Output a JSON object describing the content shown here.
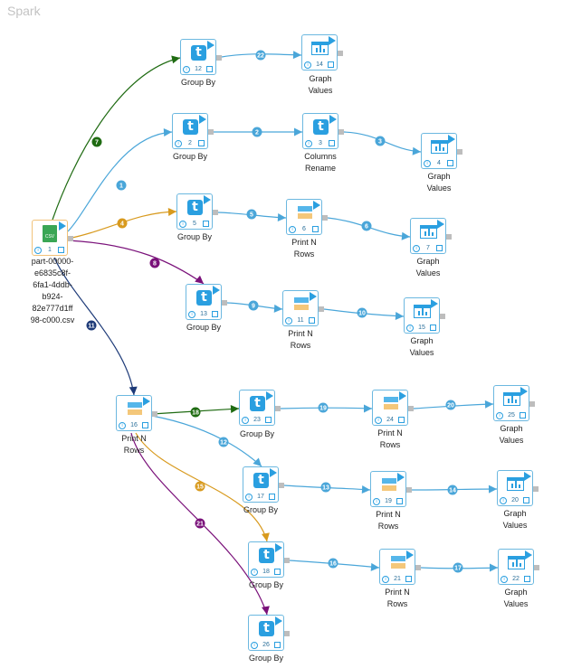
{
  "app": {
    "title": "Spark"
  },
  "colors": {
    "blue": "#4aa6d9",
    "green": "#1f6b12",
    "orange": "#d89a1e",
    "purple": "#7a117a",
    "navy": "#1d3a78"
  },
  "nodes": [
    {
      "id": "n1",
      "type": "csv",
      "num": "1",
      "icon": "csv-file-icon",
      "label": "part-00000-\ne6835c8f-\n6fa1-4ddb-\nb924-\n82e777d1ff\n98-c000.csv",
      "icon_text": "CSV"
    },
    {
      "id": "n12",
      "type": "transform",
      "num": "12",
      "icon": "transform-t-icon",
      "label": "Group By"
    },
    {
      "id": "n14",
      "type": "graph",
      "num": "14",
      "icon": "graph-chart-icon",
      "label": "Graph\nValues"
    },
    {
      "id": "n2",
      "type": "transform",
      "num": "2",
      "icon": "transform-t-icon",
      "label": "Group By"
    },
    {
      "id": "n3",
      "type": "transform",
      "num": "3",
      "icon": "transform-t-icon",
      "label": "Columns\nRename"
    },
    {
      "id": "n4",
      "type": "graph",
      "num": "4",
      "icon": "graph-chart-icon",
      "label": "Graph\nValues"
    },
    {
      "id": "n5",
      "type": "transform",
      "num": "5",
      "icon": "transform-t-icon",
      "label": "Group By"
    },
    {
      "id": "n6",
      "type": "print",
      "num": "6",
      "icon": "print-rows-icon",
      "label": "Print N\nRows"
    },
    {
      "id": "n7",
      "type": "graph",
      "num": "7",
      "icon": "graph-chart-icon",
      "label": "Graph\nValues"
    },
    {
      "id": "n13",
      "type": "transform",
      "num": "13",
      "icon": "transform-t-icon",
      "label": "Group By"
    },
    {
      "id": "n11",
      "type": "print",
      "num": "11",
      "icon": "print-rows-icon",
      "label": "Print N\nRows"
    },
    {
      "id": "n15",
      "type": "graph",
      "num": "15",
      "icon": "graph-chart-icon",
      "label": "Graph\nValues"
    },
    {
      "id": "n16",
      "type": "print",
      "num": "16",
      "icon": "print-rows-icon",
      "label": "Print N\nRows"
    },
    {
      "id": "n23",
      "type": "transform",
      "num": "23",
      "icon": "transform-t-icon",
      "label": "Group By"
    },
    {
      "id": "n24",
      "type": "print",
      "num": "24",
      "icon": "print-rows-icon",
      "label": "Print N\nRows"
    },
    {
      "id": "n25",
      "type": "graph",
      "num": "25",
      "icon": "graph-chart-icon",
      "label": "Graph\nValues"
    },
    {
      "id": "n17",
      "type": "transform",
      "num": "17",
      "icon": "transform-t-icon",
      "label": "Group By"
    },
    {
      "id": "n19",
      "type": "print",
      "num": "19",
      "icon": "print-rows-icon",
      "label": "Print N\nRows"
    },
    {
      "id": "n20",
      "type": "graph",
      "num": "20",
      "icon": "graph-chart-icon",
      "label": "Graph\nValues"
    },
    {
      "id": "n18",
      "type": "transform",
      "num": "18",
      "icon": "transform-t-icon",
      "label": "Group By"
    },
    {
      "id": "n21",
      "type": "print",
      "num": "21",
      "icon": "print-rows-icon",
      "label": "Print N\nRows"
    },
    {
      "id": "n22",
      "type": "graph",
      "num": "22",
      "icon": "graph-chart-icon",
      "label": "Graph\nValues"
    },
    {
      "id": "n26",
      "type": "transform",
      "num": "26",
      "icon": "transform-t-icon",
      "label": "Group By"
    }
  ],
  "edges": [
    {
      "label": "7",
      "from": "n1",
      "to": "n12",
      "color": "green"
    },
    {
      "label": "22",
      "from": "n12",
      "to": "n14",
      "color": "blue"
    },
    {
      "label": "1",
      "from": "n1",
      "to": "n2",
      "color": "blue"
    },
    {
      "label": "2",
      "from": "n2",
      "to": "n3",
      "color": "blue"
    },
    {
      "label": "3",
      "from": "n3",
      "to": "n4",
      "color": "blue"
    },
    {
      "label": "4",
      "from": "n1",
      "to": "n5",
      "color": "orange"
    },
    {
      "label": "5",
      "from": "n5",
      "to": "n6",
      "color": "blue"
    },
    {
      "label": "6",
      "from": "n6",
      "to": "n7",
      "color": "blue"
    },
    {
      "label": "8",
      "from": "n1",
      "to": "n13",
      "color": "purple"
    },
    {
      "label": "9",
      "from": "n13",
      "to": "n11",
      "color": "blue"
    },
    {
      "label": "10",
      "from": "n11",
      "to": "n15",
      "color": "blue"
    },
    {
      "label": "11",
      "from": "n1",
      "to": "n16",
      "color": "navy"
    },
    {
      "label": "18",
      "from": "n16",
      "to": "n23",
      "color": "green"
    },
    {
      "label": "19",
      "from": "n23",
      "to": "n24",
      "color": "blue"
    },
    {
      "label": "20",
      "from": "n24",
      "to": "n25",
      "color": "blue"
    },
    {
      "label": "12",
      "from": "n16",
      "to": "n17",
      "color": "blue"
    },
    {
      "label": "13",
      "from": "n17",
      "to": "n19",
      "color": "blue"
    },
    {
      "label": "14",
      "from": "n19",
      "to": "n20",
      "color": "blue"
    },
    {
      "label": "15",
      "from": "n16",
      "to": "n18",
      "color": "orange"
    },
    {
      "label": "16",
      "from": "n18",
      "to": "n21",
      "color": "blue"
    },
    {
      "label": "17",
      "from": "n21",
      "to": "n22",
      "color": "blue"
    },
    {
      "label": "21",
      "from": "n16",
      "to": "n26",
      "color": "purple"
    }
  ]
}
